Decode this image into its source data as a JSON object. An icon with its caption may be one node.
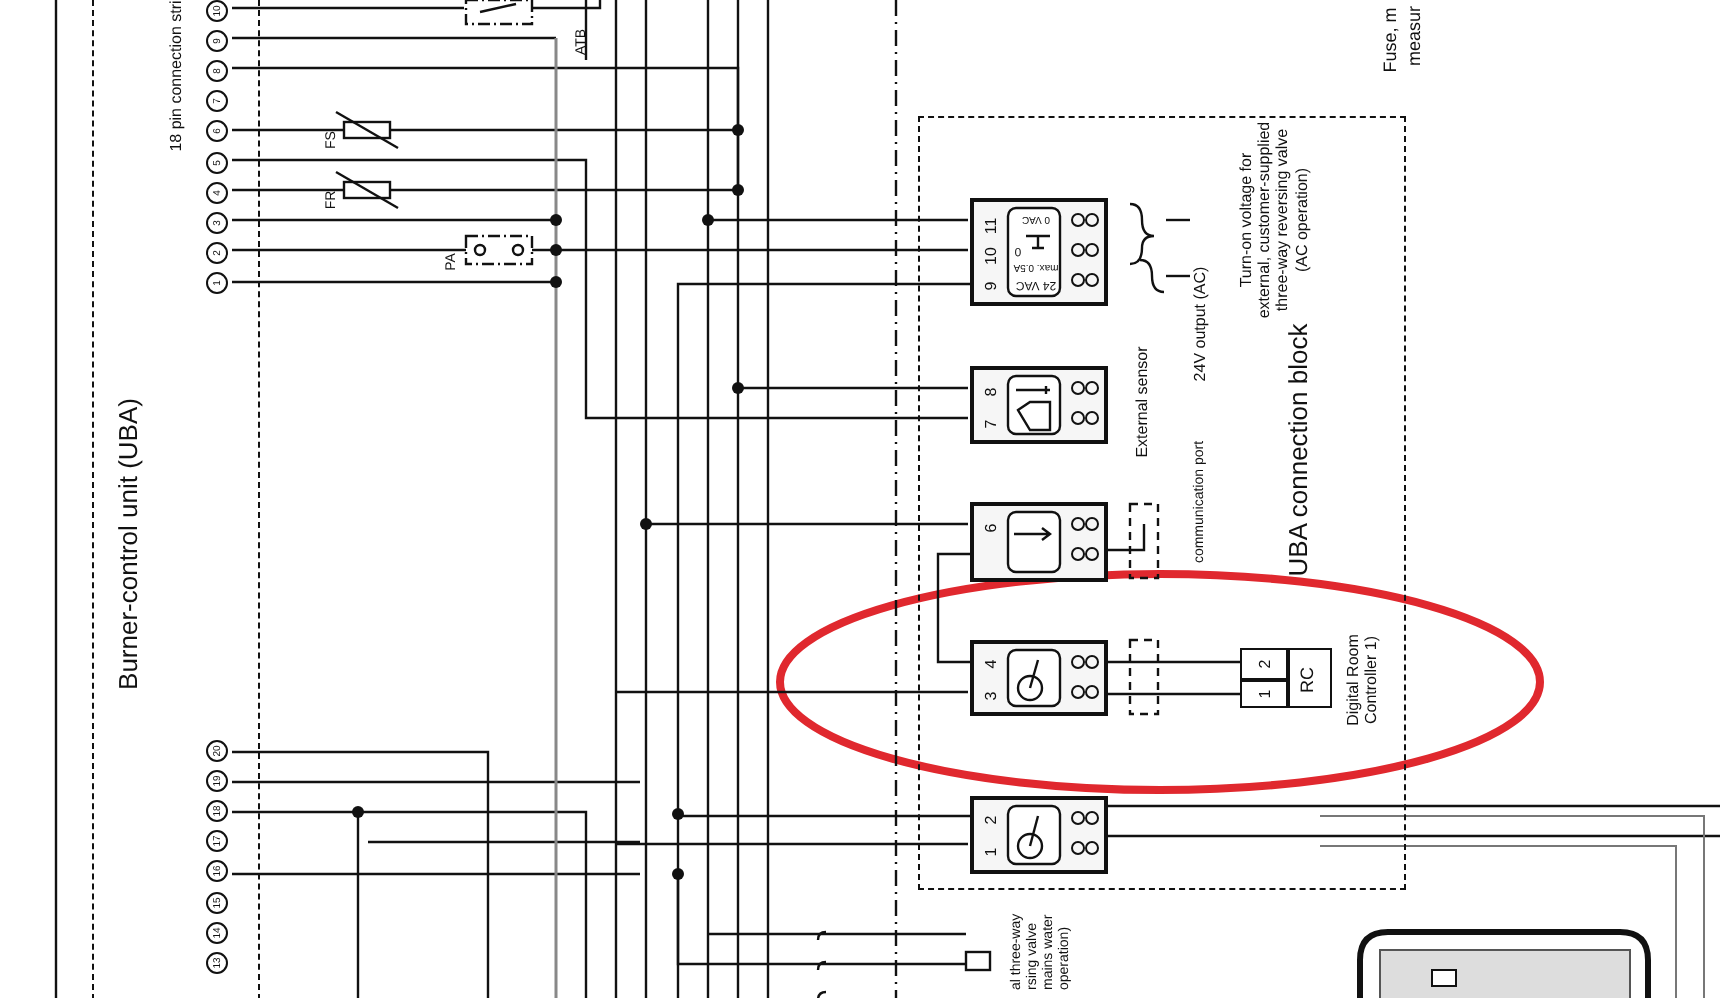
{
  "diagram": {
    "nodes": [
      {
        "text": [
          "Burner-control unit (UBA)"
        ]
      },
      {
        "text": [
          "UBA connection block"
        ]
      },
      {
        "text": [
          "11",
          "10",
          "9",
          "0 VAC",
          "0",
          "max. 0.5A",
          "24 VAC"
        ],
        "in": 1
      },
      {
        "text": [
          "8",
          "7"
        ],
        "in": 1
      },
      {
        "text": [
          "6"
        ],
        "in": 1
      },
      {
        "text": [
          "4",
          "3"
        ],
        "in": 1
      },
      {
        "text": [
          "2",
          "1"
        ],
        "in": 1
      },
      {
        "text": [
          "2",
          "1",
          "RC"
        ],
        "in": 1,
        "beside": [
          "Digital Room Controller 1)"
        ]
      }
    ],
    "edges": [
      {
        "from": 5,
        "to": 7,
        "arrow": "none"
      },
      {
        "from": 5,
        "to": 7,
        "arrow": "none"
      },
      {
        "from": 4,
        "to": 5,
        "arrow": "none"
      },
      {
        "from": 2,
        "to": 6,
        "arrow": "none"
      }
    ],
    "labels": [
      "18 pin connection stri",
      "10",
      "9",
      "8",
      "7",
      "6",
      "5",
      "4",
      "3",
      "2",
      "1",
      "ATB",
      "FS",
      "FR",
      "PA",
      "Fuse, m",
      "measur",
      "External sensor",
      "24V output (AC)",
      "Turn-on voltage for external, customer-supplied three-way reversing valve (AC operation)",
      "communication port",
      "20",
      "19",
      "18",
      "17",
      "16",
      "15",
      "14",
      "13",
      "al three-way rsing valve mains water operation)"
    ]
  }
}
